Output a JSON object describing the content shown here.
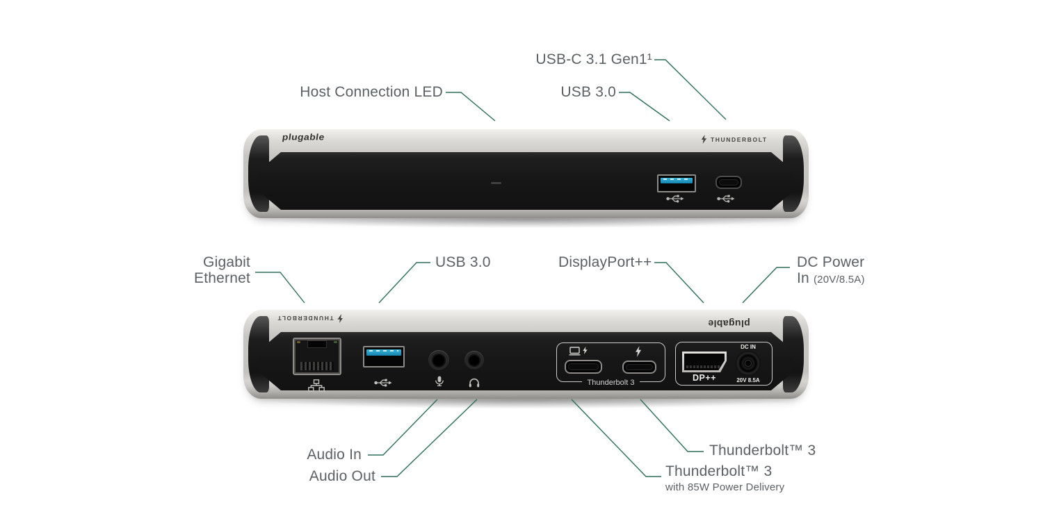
{
  "colors": {
    "accent": "#2d6e57",
    "label": "#5b6065",
    "usb_blue": "#2aa6cf"
  },
  "callouts": {
    "usb_c": "USB-C 3.1 Gen1¹",
    "host_led": "Host Connection LED",
    "usb30_front": "USB 3.0",
    "gigabit_l1": "Gigabit",
    "gigabit_l2": "Ethernet",
    "usb30_back": "USB 3.0",
    "displayport": "DisplayPort++",
    "dc_l1": "DC Power",
    "dc_l2": "In",
    "dc_spec": "(20V/8.5A)",
    "audio_in": "Audio In",
    "audio_out": "Audio Out",
    "tb3": "Thunderbolt™ 3",
    "tb3_pd": "Thunderbolt™ 3",
    "tb3_pd_sub": "with 85W Power Delivery"
  },
  "device_front": {
    "brand": "plugable",
    "badge": "THUNDERBOLT"
  },
  "device_back": {
    "brand": "plugable",
    "badge": "THUNDERBOLT",
    "tb_group": "Thunderbolt 3",
    "dp": "DP++",
    "dc_in": "DC IN",
    "dc_spec": "20V 8.5A"
  }
}
